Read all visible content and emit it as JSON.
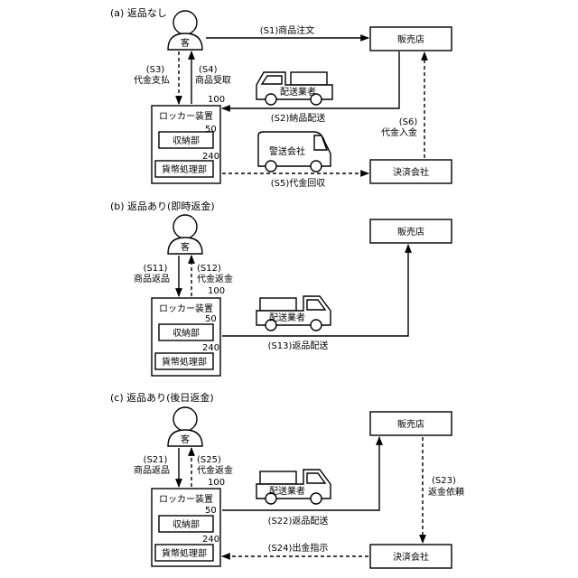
{
  "a": {
    "caption": "(a) 返品なし",
    "customer": "客",
    "store": "販売店",
    "locker": "ロッカー装置",
    "locker_ref": "100",
    "storage": "収納部",
    "storage_ref": "50",
    "money": "貨幣処理部",
    "money_ref": "240",
    "settlement": "決済会社",
    "truck": "配送業者",
    "van": "警送会社",
    "s1": "(S1)商品注文",
    "s2": "(S2)納品配送",
    "s3_1": "(S3)",
    "s3_2": "代金支払",
    "s4_1": "(S4)",
    "s4_2": "商品受取",
    "s5": "(S5)代金回収",
    "s6_1": "(S6)",
    "s6_2": "代金入金"
  },
  "b": {
    "caption": "(b) 返品あり(即時返金)",
    "customer": "客",
    "store": "販売店",
    "locker": "ロッカー装置",
    "locker_ref": "100",
    "storage": "収納部",
    "storage_ref": "50",
    "money": "貨幣処理部",
    "money_ref": "240",
    "truck": "配送業者",
    "s11_1": "(S11)",
    "s11_2": "商品返品",
    "s12_1": "(S12)",
    "s12_2": "代金返金",
    "s13": "(S13)返品配送"
  },
  "c": {
    "caption": "(c) 返品あり(後日返金)",
    "customer": "客",
    "store": "販売店",
    "locker": "ロッカー装置",
    "locker_ref": "100",
    "storage": "収納部",
    "storage_ref": "50",
    "money": "貨幣処理部",
    "money_ref": "240",
    "settlement": "決済会社",
    "truck": "配送業者",
    "s21_1": "(S21)",
    "s21_2": "商品返品",
    "s22": "(S22)返品配送",
    "s23_1": "(S23)",
    "s23_2": "返金依頼",
    "s24": "(S24)出金指示",
    "s25_1": "(S25)",
    "s25_2": "代金返金"
  }
}
